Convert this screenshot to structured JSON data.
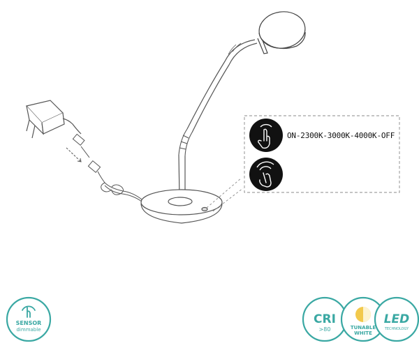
{
  "diagram": {
    "touch_sequence": "ON-2300K-3000K-4000K-OFF"
  },
  "badges": {
    "sensor": {
      "line1": "SENSOR",
      "line2": "dimmable"
    },
    "cri": {
      "label": "CRI",
      "value": ">80"
    },
    "tunable": {
      "line1": "TUNABLE",
      "line2": "WHITE"
    },
    "led": {
      "label": "LED",
      "sub": "TECHNOLOGY"
    }
  },
  "colors": {
    "badge_teal": "#3aa8a3",
    "icon_black": "#111111",
    "line_gray": "#666666",
    "tunable_warm": "#f2c94c"
  }
}
